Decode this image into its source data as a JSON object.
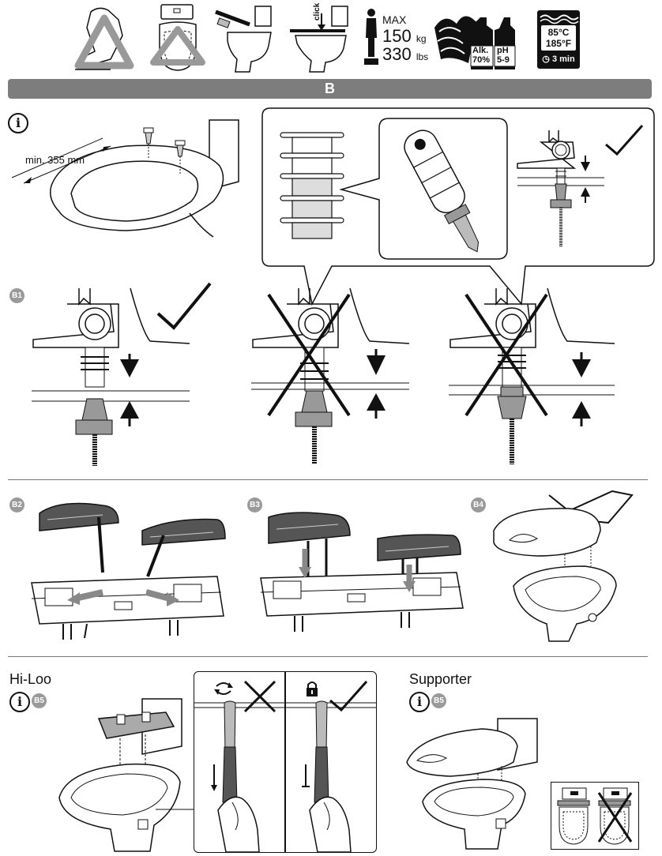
{
  "header": {
    "load_max_label": "MAX",
    "load_kg_value": "150",
    "load_kg_unit": "kg",
    "load_lbs_value": "330",
    "load_lbs_unit": "lbs",
    "click_label": "click",
    "alcohol_label": "Alk.",
    "alcohol_value": "70%",
    "ph_label": "pH",
    "ph_value": "5-9",
    "temp_c": "85°C",
    "temp_f": "185°F",
    "time_label": "3 min"
  },
  "section": {
    "label": "B"
  },
  "top_left": {
    "min_distance": "min. 355 mm"
  },
  "steps": {
    "b1": "B1",
    "b2": "B2",
    "b3": "B3",
    "b4": "B4",
    "b5": "B5"
  },
  "bottom": {
    "hiloo_title": "Hi-Loo",
    "supporter_title": "Supporter"
  },
  "icons": {
    "info": "info-icon",
    "check": "check-mark-icon",
    "cross": "cross-mark-icon",
    "lock": "padlock-icon",
    "rotate": "rotate-icon"
  }
}
